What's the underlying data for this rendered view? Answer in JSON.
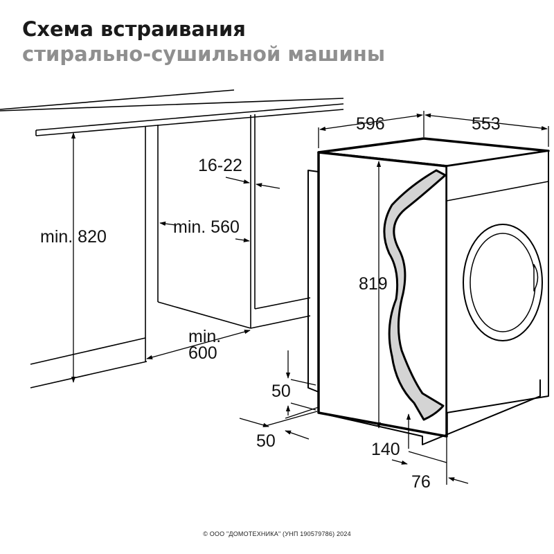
{
  "header": {
    "title": "Схема встраивания",
    "subtitle": "стирально-сушильной машины"
  },
  "dimensions": {
    "width": "596",
    "depth": "553",
    "gap": "16-22",
    "niche_height": "min. 820",
    "niche_depth": "min. 560",
    "niche_width_line1": "min.",
    "niche_width_line2": "600",
    "machine_height": "819",
    "vent_height": "50",
    "vent_depth": "50",
    "plinth_height": "140",
    "door_offset": "76"
  },
  "colors": {
    "title": "#1a1a1a",
    "subtitle": "#8f8f8f",
    "door_panel": "#d4d4d4",
    "lines": "#000000"
  },
  "footer": {
    "copyright": "© ООО \"ДОМОТЕХНИКА\" (УНП 190579786) 2024"
  }
}
